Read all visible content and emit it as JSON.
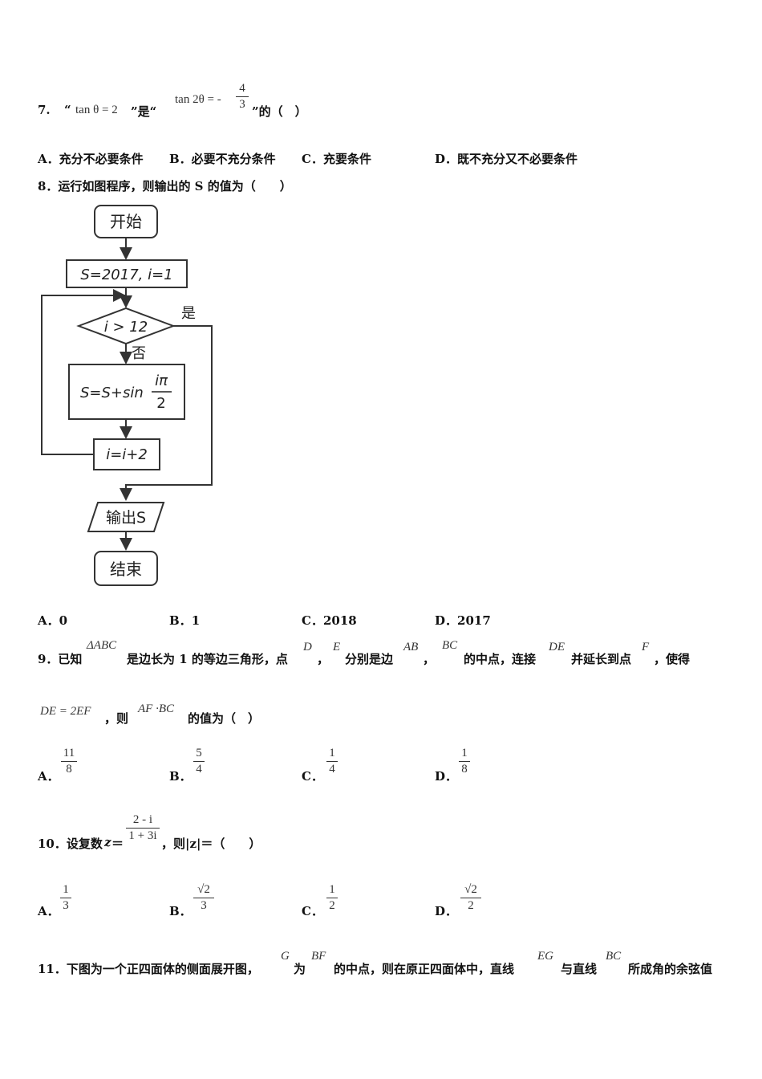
{
  "q7": {
    "number": "7.",
    "open_quote": "“",
    "cond1": "tan θ = 2",
    "mid": "”是“",
    "cond2_left": "tan 2θ = -",
    "cond2_num": "4",
    "cond2_den": "3",
    "tail": "”的（　）",
    "options": [
      {
        "label": "A．充分不必要条件"
      },
      {
        "label": "B．必要不充分条件"
      },
      {
        "label": "C．充要条件"
      },
      {
        "label": "D．既不充分又不必要条件"
      }
    ]
  },
  "q8": {
    "stem": "8．运行如图程序，则输出的 S 的值为（　　）",
    "flow": {
      "start": "开始",
      "init": "S=2017, i=1",
      "cond": "i > 12",
      "yes": "是",
      "no": "否",
      "update_left": "S=S+sin",
      "update_num": "iπ",
      "update_den": "2",
      "incr": "i=i+2",
      "output": "输出S",
      "end": "结束"
    },
    "options": [
      {
        "letter": "A．",
        "value": "0"
      },
      {
        "letter": "B．",
        "value": "1"
      },
      {
        "letter": "C．",
        "value": "2018"
      },
      {
        "letter": "D．",
        "value": "2017"
      }
    ]
  },
  "q9": {
    "prefix": "9．已知",
    "tri": "ΔABC",
    "t1": "是边长为 1 的等边三角形，点",
    "D": "D",
    "comma1": "，",
    "E": "E",
    "t2": "分别是边",
    "AB": "AB",
    "comma2": "，",
    "BC": "BC",
    "t3": "的中点，连接",
    "DE": "DE",
    "t4": "并延长到点",
    "F": "F",
    "t5": "，使得",
    "eq": "DE = 2EF",
    "t6": "，则",
    "dot": "AF ·BC",
    "t7": "的值为（　）",
    "options": [
      {
        "letter": "A．",
        "num": "11",
        "den": "8"
      },
      {
        "letter": "B．",
        "num": "5",
        "den": "4"
      },
      {
        "letter": "C．",
        "num": "1",
        "den": "4"
      },
      {
        "letter": "D．",
        "num": "1",
        "den": "8"
      }
    ]
  },
  "q10": {
    "prefix": "10．设复数",
    "z": "z",
    "eq": "＝",
    "num": "2 - i",
    "den": "1 + 3i",
    "tail": "，则|z|＝（　　）",
    "options": [
      {
        "letter": "A．",
        "num": "1",
        "den": "3"
      },
      {
        "letter": "B．",
        "num": "√2",
        "den": "3"
      },
      {
        "letter": "C．",
        "num": "1",
        "den": "2"
      },
      {
        "letter": "D．",
        "num": "√2",
        "den": "2"
      }
    ]
  },
  "q11": {
    "t1": "11．下图为一个正四面体的侧面展开图，",
    "G": "G",
    "t2": "为",
    "BF": "BF",
    "t3": "的中点，则在原正四面体中，直线",
    "EG": "EG",
    "t4": "与直线",
    "BC": "BC",
    "t5": "所成角的余弦值"
  }
}
